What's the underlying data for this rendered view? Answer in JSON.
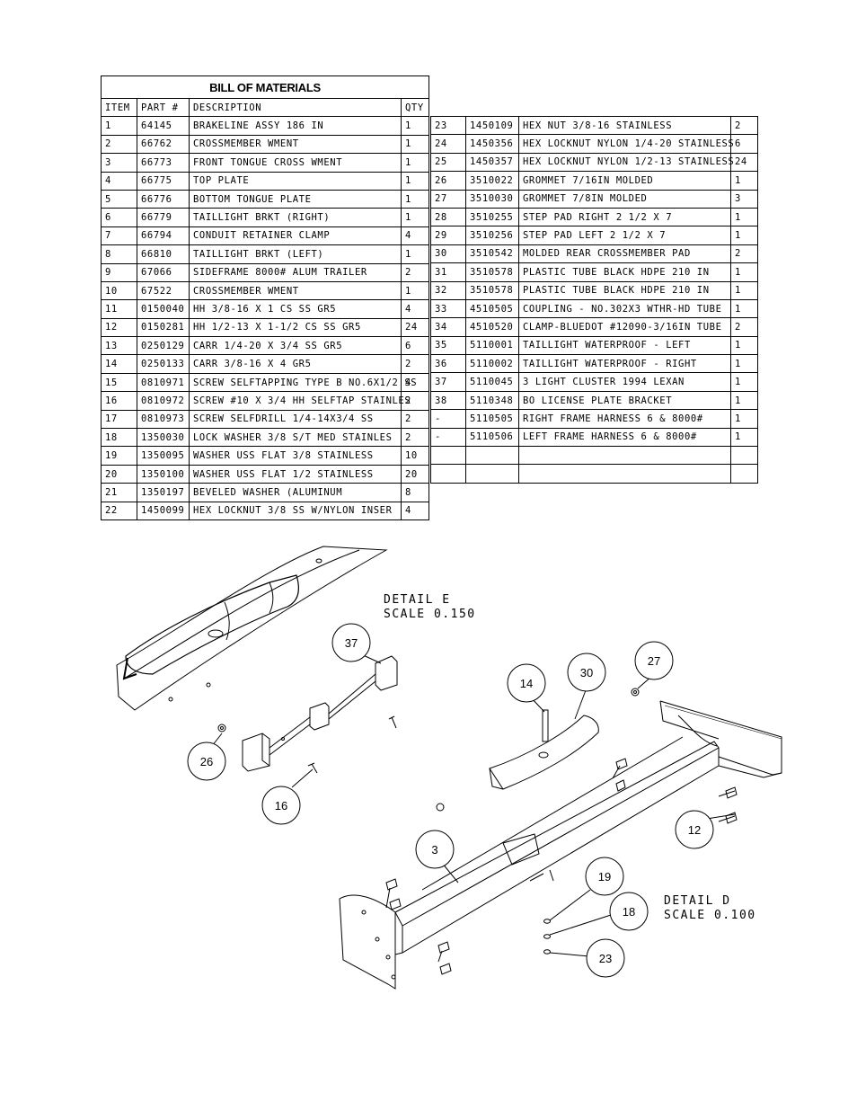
{
  "bom": {
    "title": "BILL OF MATERIALS",
    "headers": {
      "item": "ITEM",
      "part": "PART #",
      "description": "DESCRIPTION",
      "qty": "QTY"
    },
    "left_rows": [
      {
        "item": "1",
        "part": "64145",
        "description": "BRAKELINE ASSY 186 IN",
        "qty": "1"
      },
      {
        "item": "2",
        "part": "66762",
        "description": "CROSSMEMBER WMENT",
        "qty": "1"
      },
      {
        "item": "3",
        "part": "66773",
        "description": "FRONT TONGUE CROSS WMENT",
        "qty": "1"
      },
      {
        "item": "4",
        "part": "66775",
        "description": "TOP PLATE",
        "qty": "1"
      },
      {
        "item": "5",
        "part": "66776",
        "description": "BOTTOM TONGUE PLATE",
        "qty": "1"
      },
      {
        "item": "6",
        "part": "66779",
        "description": "TAILLIGHT BRKT (RIGHT)",
        "qty": "1"
      },
      {
        "item": "7",
        "part": "66794",
        "description": "CONDUIT RETAINER CLAMP",
        "qty": "4"
      },
      {
        "item": "8",
        "part": "66810",
        "description": "TAILLIGHT BRKT (LEFT)",
        "qty": "1"
      },
      {
        "item": "9",
        "part": "67066",
        "description": "SIDEFRAME 8000# ALUM TRAILER",
        "qty": "2"
      },
      {
        "item": "10",
        "part": "67522",
        "description": "CROSSMEMBER WMENT",
        "qty": "1"
      },
      {
        "item": "11",
        "part": "0150040",
        "description": "HH 3/8-16 X 1 CS SS GR5",
        "qty": "4"
      },
      {
        "item": "12",
        "part": "0150281",
        "description": "HH 1/2-13 X 1-1/2 CS SS GR5",
        "qty": "24"
      },
      {
        "item": "13",
        "part": "0250129",
        "description": "CARR 1/4-20 X 3/4 SS GR5",
        "qty": "6"
      },
      {
        "item": "14",
        "part": "0250133",
        "description": "CARR 3/8-16 X 4 GR5",
        "qty": "2"
      },
      {
        "item": "15",
        "part": "0810971",
        "description": "SCREW SELFTAPPING TYPE B NO.6X1/2 SS",
        "qty": "4"
      },
      {
        "item": "16",
        "part": "0810972",
        "description": "SCREW #10 X 3/4 HH SELFTAP STAINLES",
        "qty": "2"
      },
      {
        "item": "17",
        "part": "0810973",
        "description": "SCREW SELFDRILL  1/4-14X3/4 SS",
        "qty": "2"
      },
      {
        "item": "18",
        "part": "1350030",
        "description": "LOCK WASHER 3/8 S/T MED STAINLES",
        "qty": "2"
      },
      {
        "item": "19",
        "part": "1350095",
        "description": "WASHER USS FLAT 3/8 STAINLESS",
        "qty": "10"
      },
      {
        "item": "20",
        "part": "1350100",
        "description": "WASHER USS FLAT 1/2 STAINLESS",
        "qty": "20"
      },
      {
        "item": "21",
        "part": "1350197",
        "description": "BEVELED WASHER (ALUMINUM",
        "qty": "8"
      },
      {
        "item": "22",
        "part": "1450099",
        "description": "HEX LOCKNUT 3/8 SS W/NYLON INSER",
        "qty": "4"
      }
    ],
    "right_rows": [
      {
        "item": "23",
        "part": "1450109",
        "description": "HEX NUT 3/8-16 STAINLESS",
        "qty": "2"
      },
      {
        "item": "24",
        "part": "1450356",
        "description": "HEX LOCKNUT NYLON 1/4-20 STAINLESS",
        "qty": "6"
      },
      {
        "item": "25",
        "part": "1450357",
        "description": "HEX LOCKNUT NYLON 1/2-13 STAINLESS",
        "qty": "24"
      },
      {
        "item": "26",
        "part": "3510022",
        "description": "GROMMET  7/16IN MOLDED",
        "qty": "1"
      },
      {
        "item": "27",
        "part": "3510030",
        "description": "GROMMET  7/8IN MOLDED",
        "qty": "3"
      },
      {
        "item": "28",
        "part": "3510255",
        "description": "STEP PAD  RIGHT  2 1/2 X  7",
        "qty": "1"
      },
      {
        "item": "29",
        "part": "3510256",
        "description": "STEP PAD  LEFT  2 1/2 X  7",
        "qty": "1"
      },
      {
        "item": "30",
        "part": "3510542",
        "description": "MOLDED REAR CROSSMEMBER PAD",
        "qty": "2"
      },
      {
        "item": "31",
        "part": "3510578",
        "description": "PLASTIC TUBE BLACK HDPE 210 IN",
        "qty": "1"
      },
      {
        "item": "32",
        "part": "3510578",
        "description": "PLASTIC TUBE BLACK HDPE 210 IN",
        "qty": "1"
      },
      {
        "item": "33",
        "part": "4510505",
        "description": "COUPLING - NO.302X3 WTHR-HD TUBE",
        "qty": "1"
      },
      {
        "item": "34",
        "part": "4510520",
        "description": "CLAMP-BLUEDOT #12090-3/16IN TUBE",
        "qty": "2"
      },
      {
        "item": "35",
        "part": "5110001",
        "description": "TAILLIGHT WATERPROOF - LEFT",
        "qty": "1"
      },
      {
        "item": "36",
        "part": "5110002",
        "description": "TAILLIGHT WATERPROOF - RIGHT",
        "qty": "1"
      },
      {
        "item": "37",
        "part": "5110045",
        "description": "3 LIGHT CLUSTER  1994  LEXAN",
        "qty": "1"
      },
      {
        "item": "38",
        "part": "5110348",
        "description": "BO LICENSE PLATE BRACKET",
        "qty": "1"
      },
      {
        "item": "-",
        "part": "5110505",
        "description": "RIGHT FRAME HARNESS 6 & 8000#",
        "qty": "1"
      },
      {
        "item": "-",
        "part": "5110506",
        "description": "LEFT FRAME HARNESS 6 & 8000#",
        "qty": "1"
      },
      {
        "item": "",
        "part": "",
        "description": "",
        "qty": ""
      },
      {
        "item": "",
        "part": "",
        "description": "",
        "qty": ""
      }
    ]
  },
  "details": {
    "detail_e": {
      "line1": "DETAIL  E",
      "line2": "SCALE  0.150"
    },
    "detail_d": {
      "line1": "DETAIL  D",
      "line2": "SCALE  0.100"
    }
  },
  "callouts": {
    "c37": "37",
    "c26": "26",
    "c16": "16",
    "c14": "14",
    "c30": "30",
    "c27": "27",
    "c12": "12",
    "c3": "3",
    "c19": "19",
    "c18": "18",
    "c23": "23"
  }
}
